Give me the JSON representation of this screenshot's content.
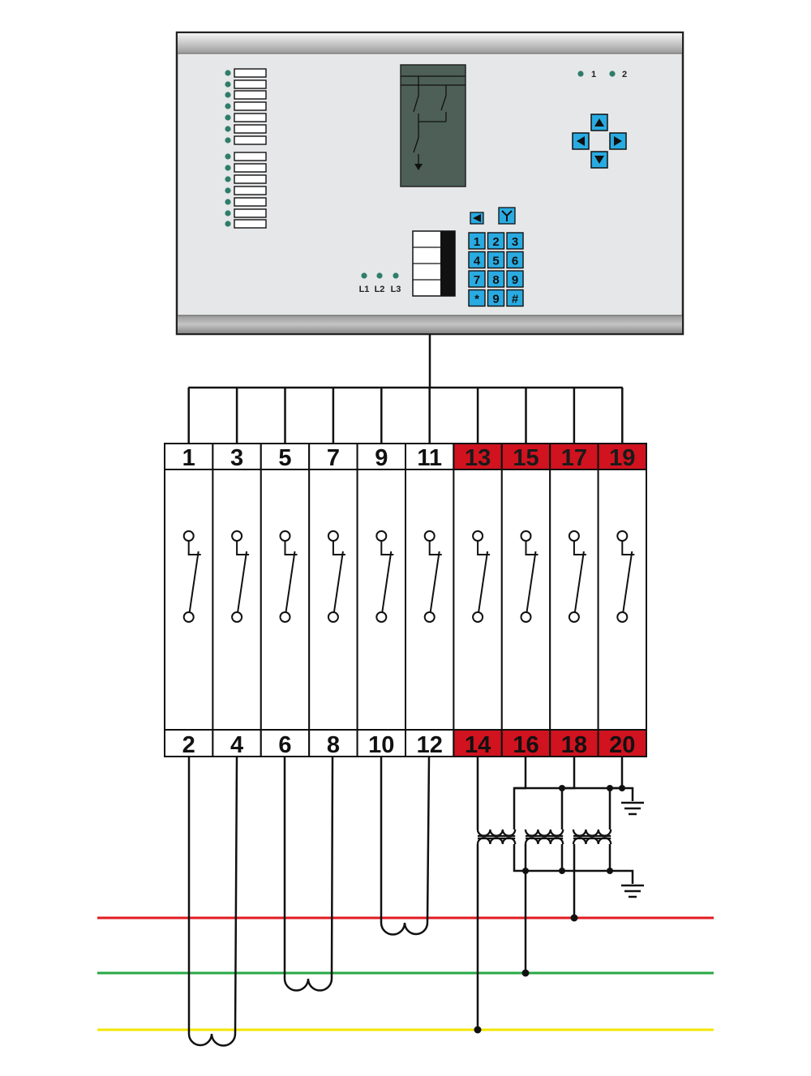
{
  "device": {
    "status_leds": [
      "1",
      "2"
    ],
    "phase_leds": [
      "L1",
      "L2",
      "L3"
    ],
    "keypad": [
      "1",
      "2",
      "3",
      "4",
      "5",
      "6",
      "7",
      "8",
      "9",
      "*",
      "9",
      "#"
    ],
    "nav_icons": [
      "arrow-up-icon",
      "arrow-left-icon",
      "arrow-right-icon",
      "arrow-down-icon"
    ],
    "function_icons": [
      "escape-icon",
      "enter-icon"
    ]
  },
  "terminal_block": {
    "top_numbers": [
      "1",
      "3",
      "5",
      "7",
      "9",
      "11",
      "13",
      "15",
      "17",
      "19"
    ],
    "bottom_numbers": [
      "2",
      "4",
      "6",
      "8",
      "10",
      "12",
      "14",
      "16",
      "18",
      "20"
    ],
    "highlighted_from_index": 6
  },
  "colors": {
    "highlight_red": "#d0131f",
    "panel_gray": "#e6e7e8",
    "lcd_green": "#4d5f57",
    "led_green": "#2e7d6b",
    "key_blue": "#29abe2",
    "line_red": "#e11b22",
    "line_green": "#27a844",
    "line_yellow": "#f2e600"
  }
}
